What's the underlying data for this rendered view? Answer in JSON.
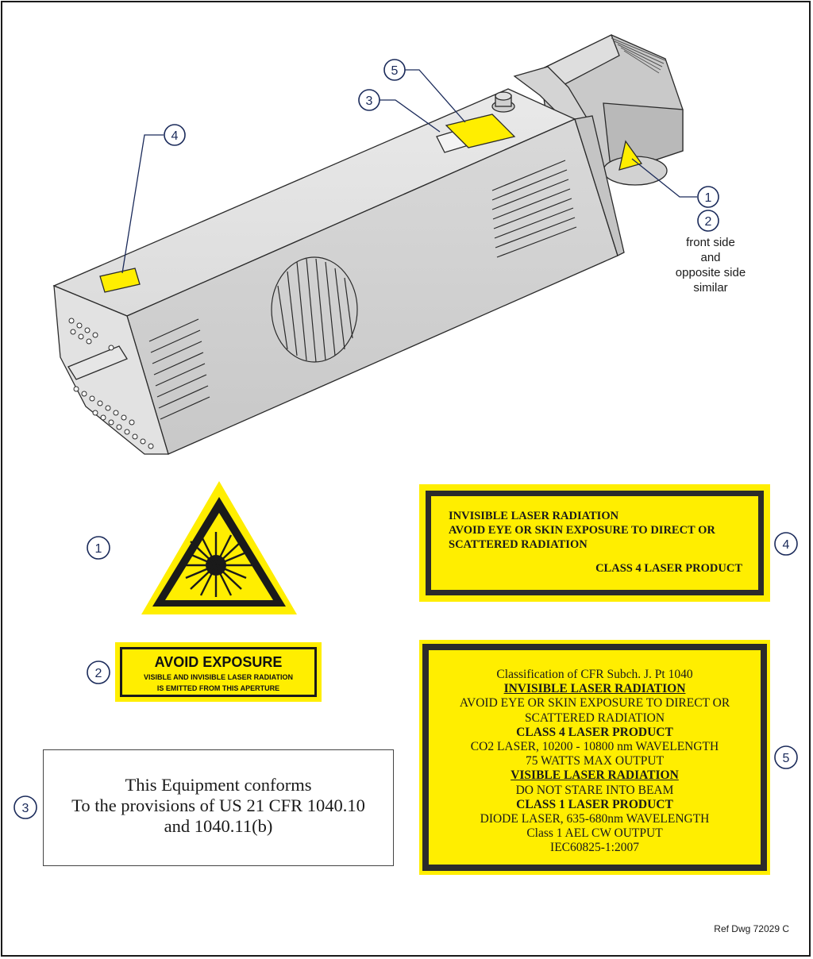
{
  "callouts": {
    "c1": "1",
    "c2": "2",
    "c3": "3",
    "c4": "4",
    "c5": "5"
  },
  "front_note": [
    "front side",
    "and",
    "opposite side",
    "similar"
  ],
  "label_2": {
    "title": "AVOID EXPOSURE",
    "line1": "VISIBLE AND INVISIBLE LASER RADIATION",
    "line2": "IS EMITTED FROM THIS APERTURE"
  },
  "label_3": {
    "line1": "This Equipment conforms",
    "line2": "To the provisions of US 21 CFR 1040.10",
    "line3": "and 1040.11(b)"
  },
  "label_4": {
    "line1": "INVISIBLE LASER RADIATION",
    "line2": "AVOID EYE OR SKIN EXPOSURE TO DIRECT OR",
    "line3": "SCATTERED RADIATION",
    "line4": "CLASS 4 LASER PRODUCT"
  },
  "label_5": {
    "line1": "Classification of CFR Subch. J. Pt 1040",
    "line2": "INVISIBLE LASER RADIATION",
    "line3": "AVOID EYE OR SKIN EXPOSURE TO DIRECT OR",
    "line4": "SCATTERED RADIATION",
    "line5": "CLASS 4 LASER PRODUCT",
    "line6": "CO2 LASER, 10200 - 10800 nm WAVELENGTH",
    "line7": "75 WATTS MAX OUTPUT",
    "line8": "VISIBLE LASER RADIATION",
    "line9": "DO NOT STARE INTO BEAM",
    "line10": "CLASS 1 LASER PRODUCT",
    "line11": "DIODE LASER, 635-680nm WAVELENGTH",
    "line12": "Class 1 AEL CW OUTPUT",
    "line13": "IEC60825-1:2007"
  },
  "reference": "Ref Dwg 72029 C",
  "colors": {
    "label_yellow": "#ffee00",
    "callout_blue": "#1a2a5a",
    "housing_gray": "#d6d6d6"
  },
  "icons": {
    "hazard": "laser-warning-triangle-icon"
  }
}
